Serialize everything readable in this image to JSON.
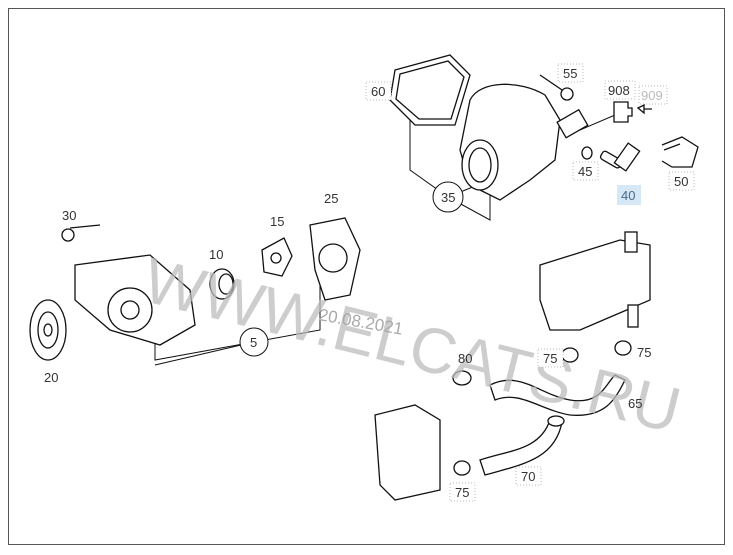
{
  "diagram": {
    "labels": {
      "p60": "60",
      "p55": "55",
      "p908": "908",
      "p909": "909",
      "p45": "45",
      "p40": "40",
      "p50": "50",
      "p35": "35",
      "p30": "30",
      "p15": "15",
      "p25": "25",
      "p10": "10",
      "p5": "5",
      "p20": "20",
      "p80": "80",
      "p75a": "75",
      "p75b": "75",
      "p65": "65",
      "p70": "70",
      "p75c": "75"
    },
    "watermark": "WWW.ELCATS.RU",
    "date": "20.08.2021",
    "highlight_color": "#d6e8f5"
  }
}
